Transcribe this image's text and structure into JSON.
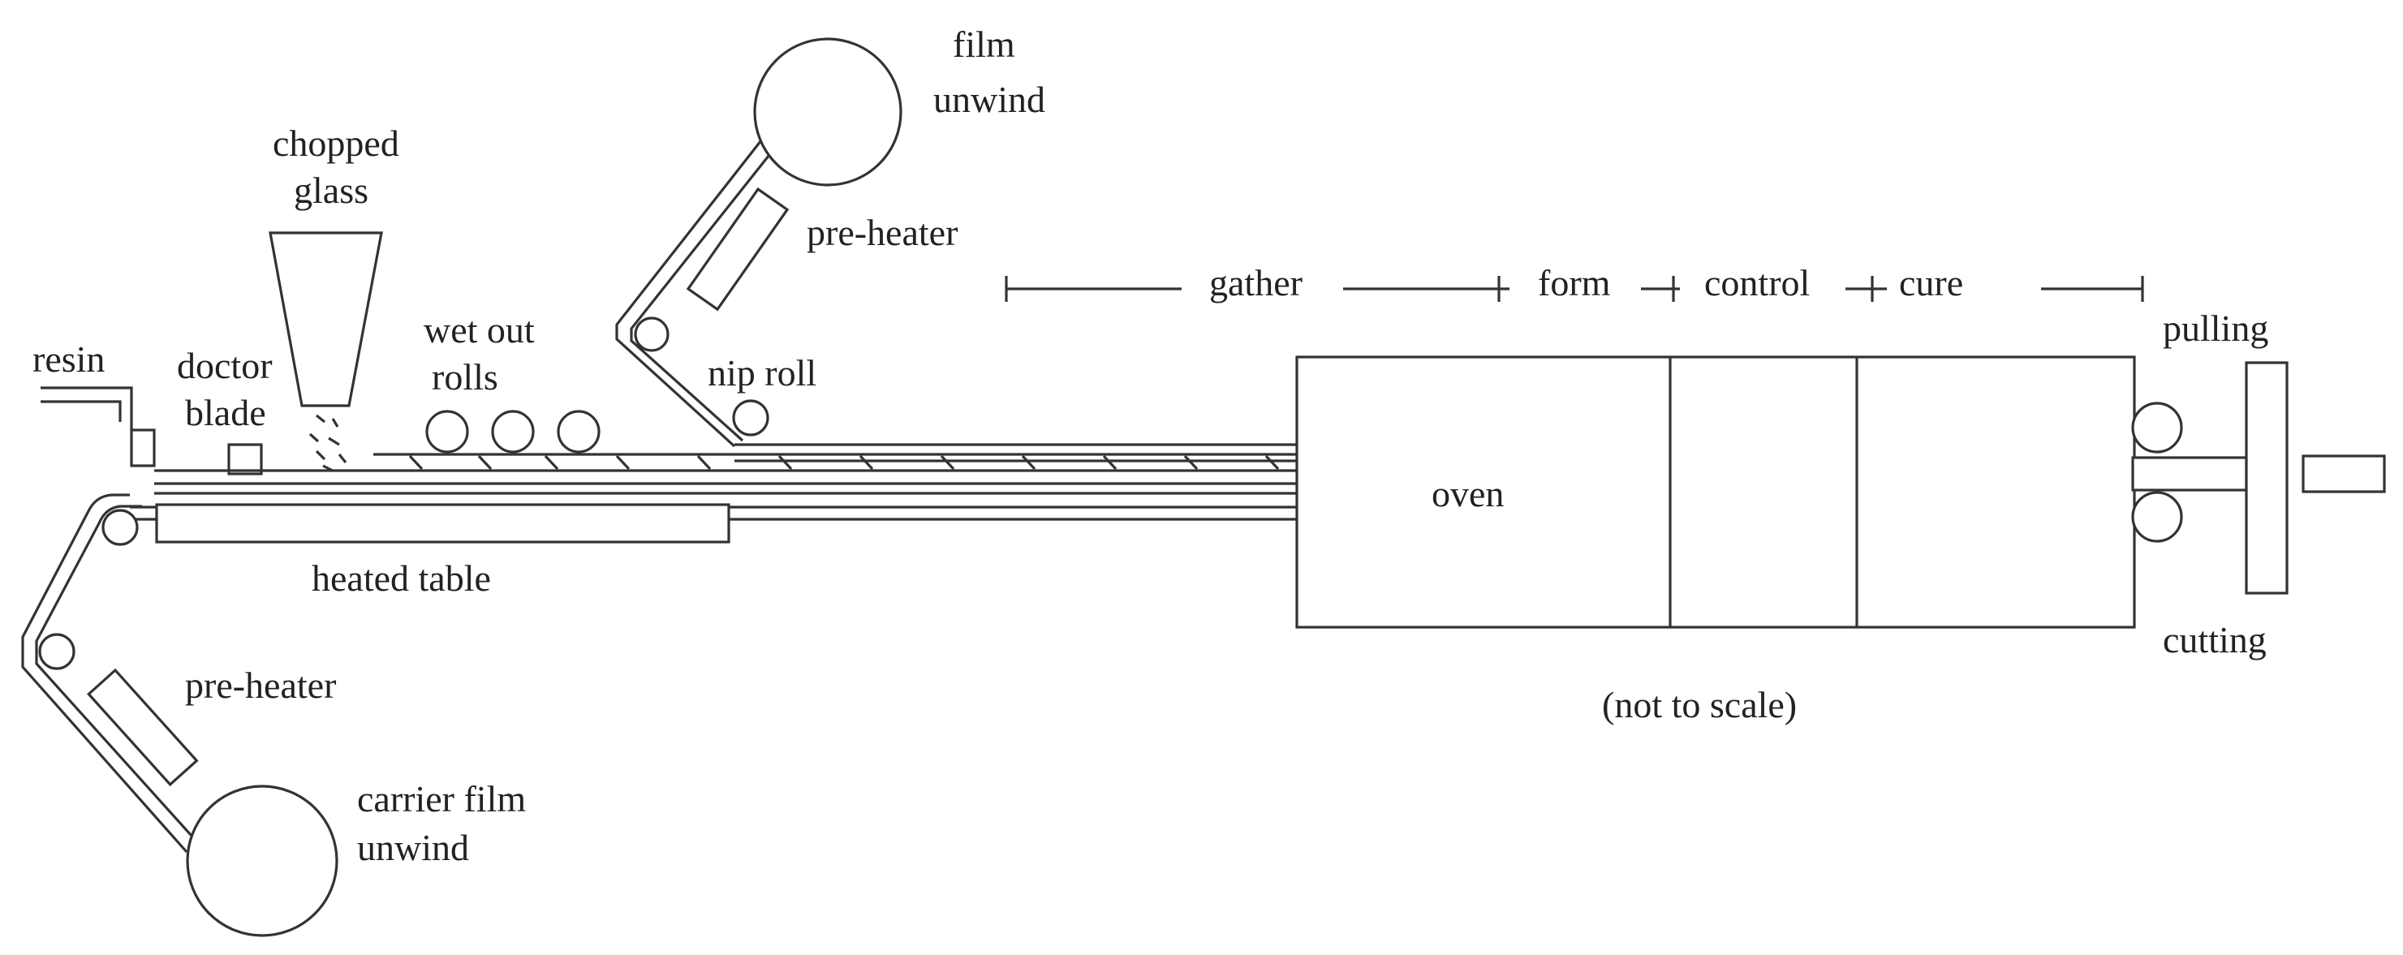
{
  "labels": {
    "resin": "resin",
    "doctor_blade_1": "doctor",
    "doctor_blade_2": "blade",
    "chopped_glass_1": "chopped",
    "chopped_glass_2": "glass",
    "wet_out_rolls_1": "wet out",
    "wet_out_rolls_2": "rolls",
    "film_unwind_1": "film",
    "film_unwind_2": "unwind",
    "pre_heater_top": "pre-heater",
    "nip_roll": "nip roll",
    "heated_table": "heated table",
    "pre_heater_bottom": "pre-heater",
    "carrier_film_unwind_1": "carrier film",
    "carrier_film_unwind_2": "unwind",
    "oven": "oven",
    "not_to_scale": "(not to scale)",
    "pulling": "pulling",
    "cutting": "cutting"
  },
  "zones": {
    "gather": "gather",
    "form": "form",
    "control": "control",
    "cure": "cure"
  },
  "colors": {
    "line": "#333333",
    "text": "#222222",
    "background": "#ffffff"
  }
}
